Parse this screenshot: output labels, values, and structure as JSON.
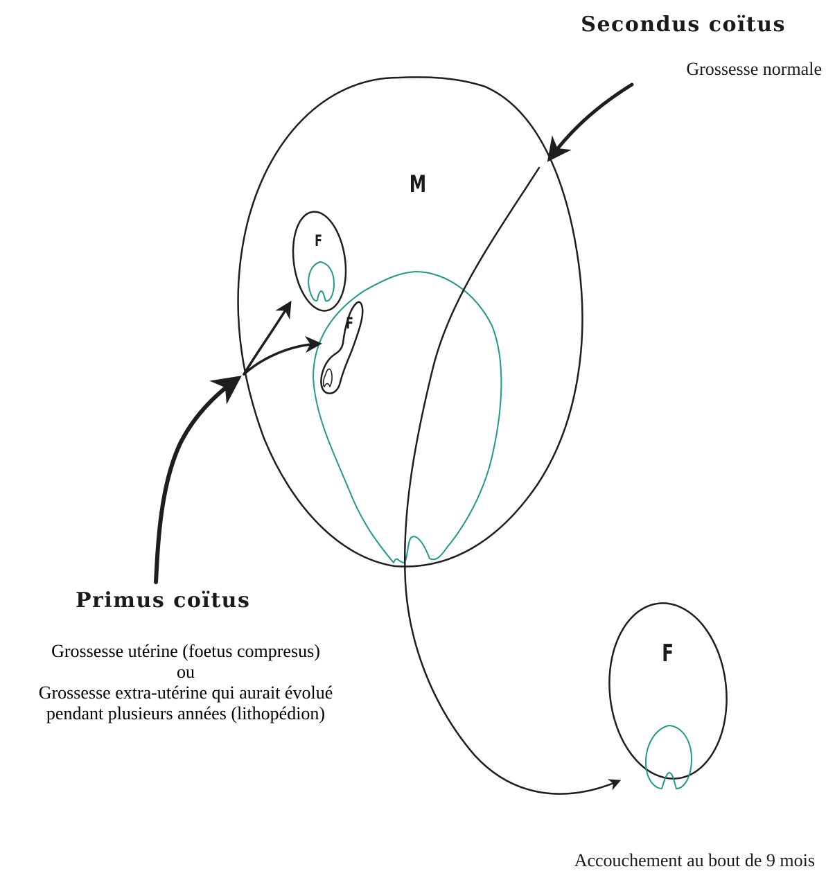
{
  "secondus": {
    "title": "Secondus coïtus",
    "subtitle": "Grossesse normale"
  },
  "primus": {
    "title": "Primus coïtus",
    "lines": [
      "Grossesse utérine (foetus compresus)",
      "ou",
      "Grossesse extra-utérine qui aurait évolué",
      "pendant plusieurs années (lithopédion)"
    ]
  },
  "mother_label": "M",
  "fetus_labels": {
    "small_upper": "F",
    "small_lower": "F",
    "delivered": "F"
  },
  "delivery_caption": "Accouchement au bout de 9 mois",
  "colors": {
    "ink": "#1e1e1e",
    "uterus_outline": "#1f9a8a"
  }
}
